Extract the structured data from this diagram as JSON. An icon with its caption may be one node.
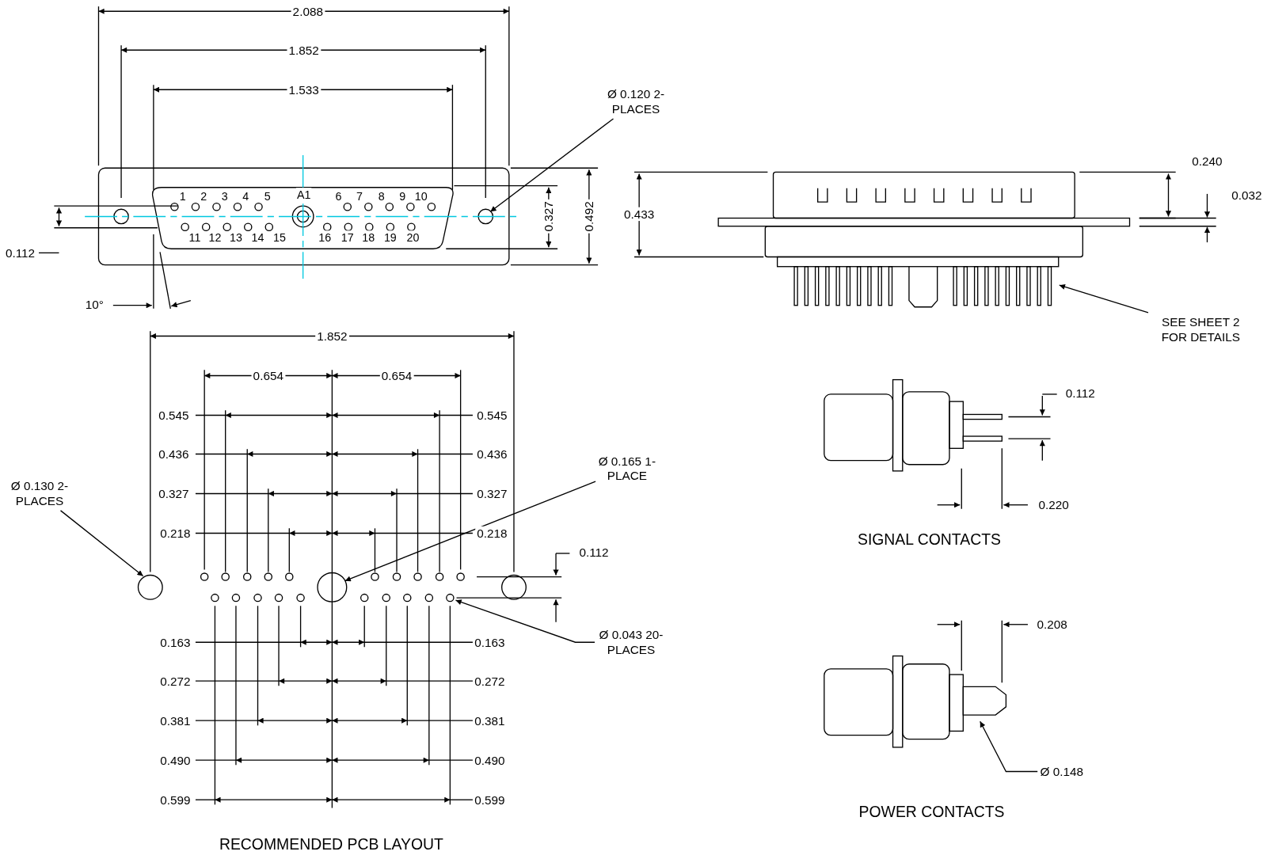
{
  "diagram": {
    "nodes": [
      {
        "text": [
          "Ø 0.120 2-PLACES"
        ]
      },
      {
        "text": [
          "SEE SHEET 2 FOR DETAILS"
        ]
      },
      {
        "text": [
          "Ø 0.130 2-PLACES"
        ]
      },
      {
        "text": [
          "Ø 0.165 1-PLACE"
        ]
      },
      {
        "text": [
          "Ø 0.043 20-PLACES"
        ]
      },
      {
        "text": [
          "Ø 0.148"
        ]
      }
    ],
    "edges": [
      {
        "from": 0,
        "to": null,
        "arrow": "to"
      },
      {
        "from": 1,
        "to": null,
        "arrow": "to"
      },
      {
        "from": 2,
        "to": null,
        "arrow": "to"
      },
      {
        "from": 3,
        "to": null,
        "arrow": "to"
      },
      {
        "from": 4,
        "to": null,
        "arrow": "to"
      },
      {
        "from": 5,
        "to": null,
        "arrow": "to"
      }
    ],
    "labels": [
      "2.088",
      "1.852",
      "1.533",
      "1",
      "2",
      "3",
      "4",
      "5",
      "A1",
      "6",
      "7",
      "8",
      "9",
      "10",
      "11",
      "12",
      "13",
      "14",
      "15",
      "16",
      "17",
      "18",
      "19",
      "20",
      "0.327",
      "0.492",
      "0.112",
      "10°",
      "0.433",
      "0.240",
      "0.032",
      "1.852",
      "0.654",
      "0.654",
      "0.545",
      "0.545",
      "0.436",
      "0.436",
      "0.327",
      "0.327",
      "0.218",
      "0.218",
      "0.112",
      "0.163",
      "0.163",
      "0.272",
      "0.272",
      "0.381",
      "0.381",
      "0.490",
      "0.490",
      "0.599",
      "0.599",
      "RECOMMENDED PCB LAYOUT",
      "0.112",
      "0.220",
      "SIGNAL CONTACTS",
      "0.208",
      "POWER CONTACTS"
    ]
  }
}
